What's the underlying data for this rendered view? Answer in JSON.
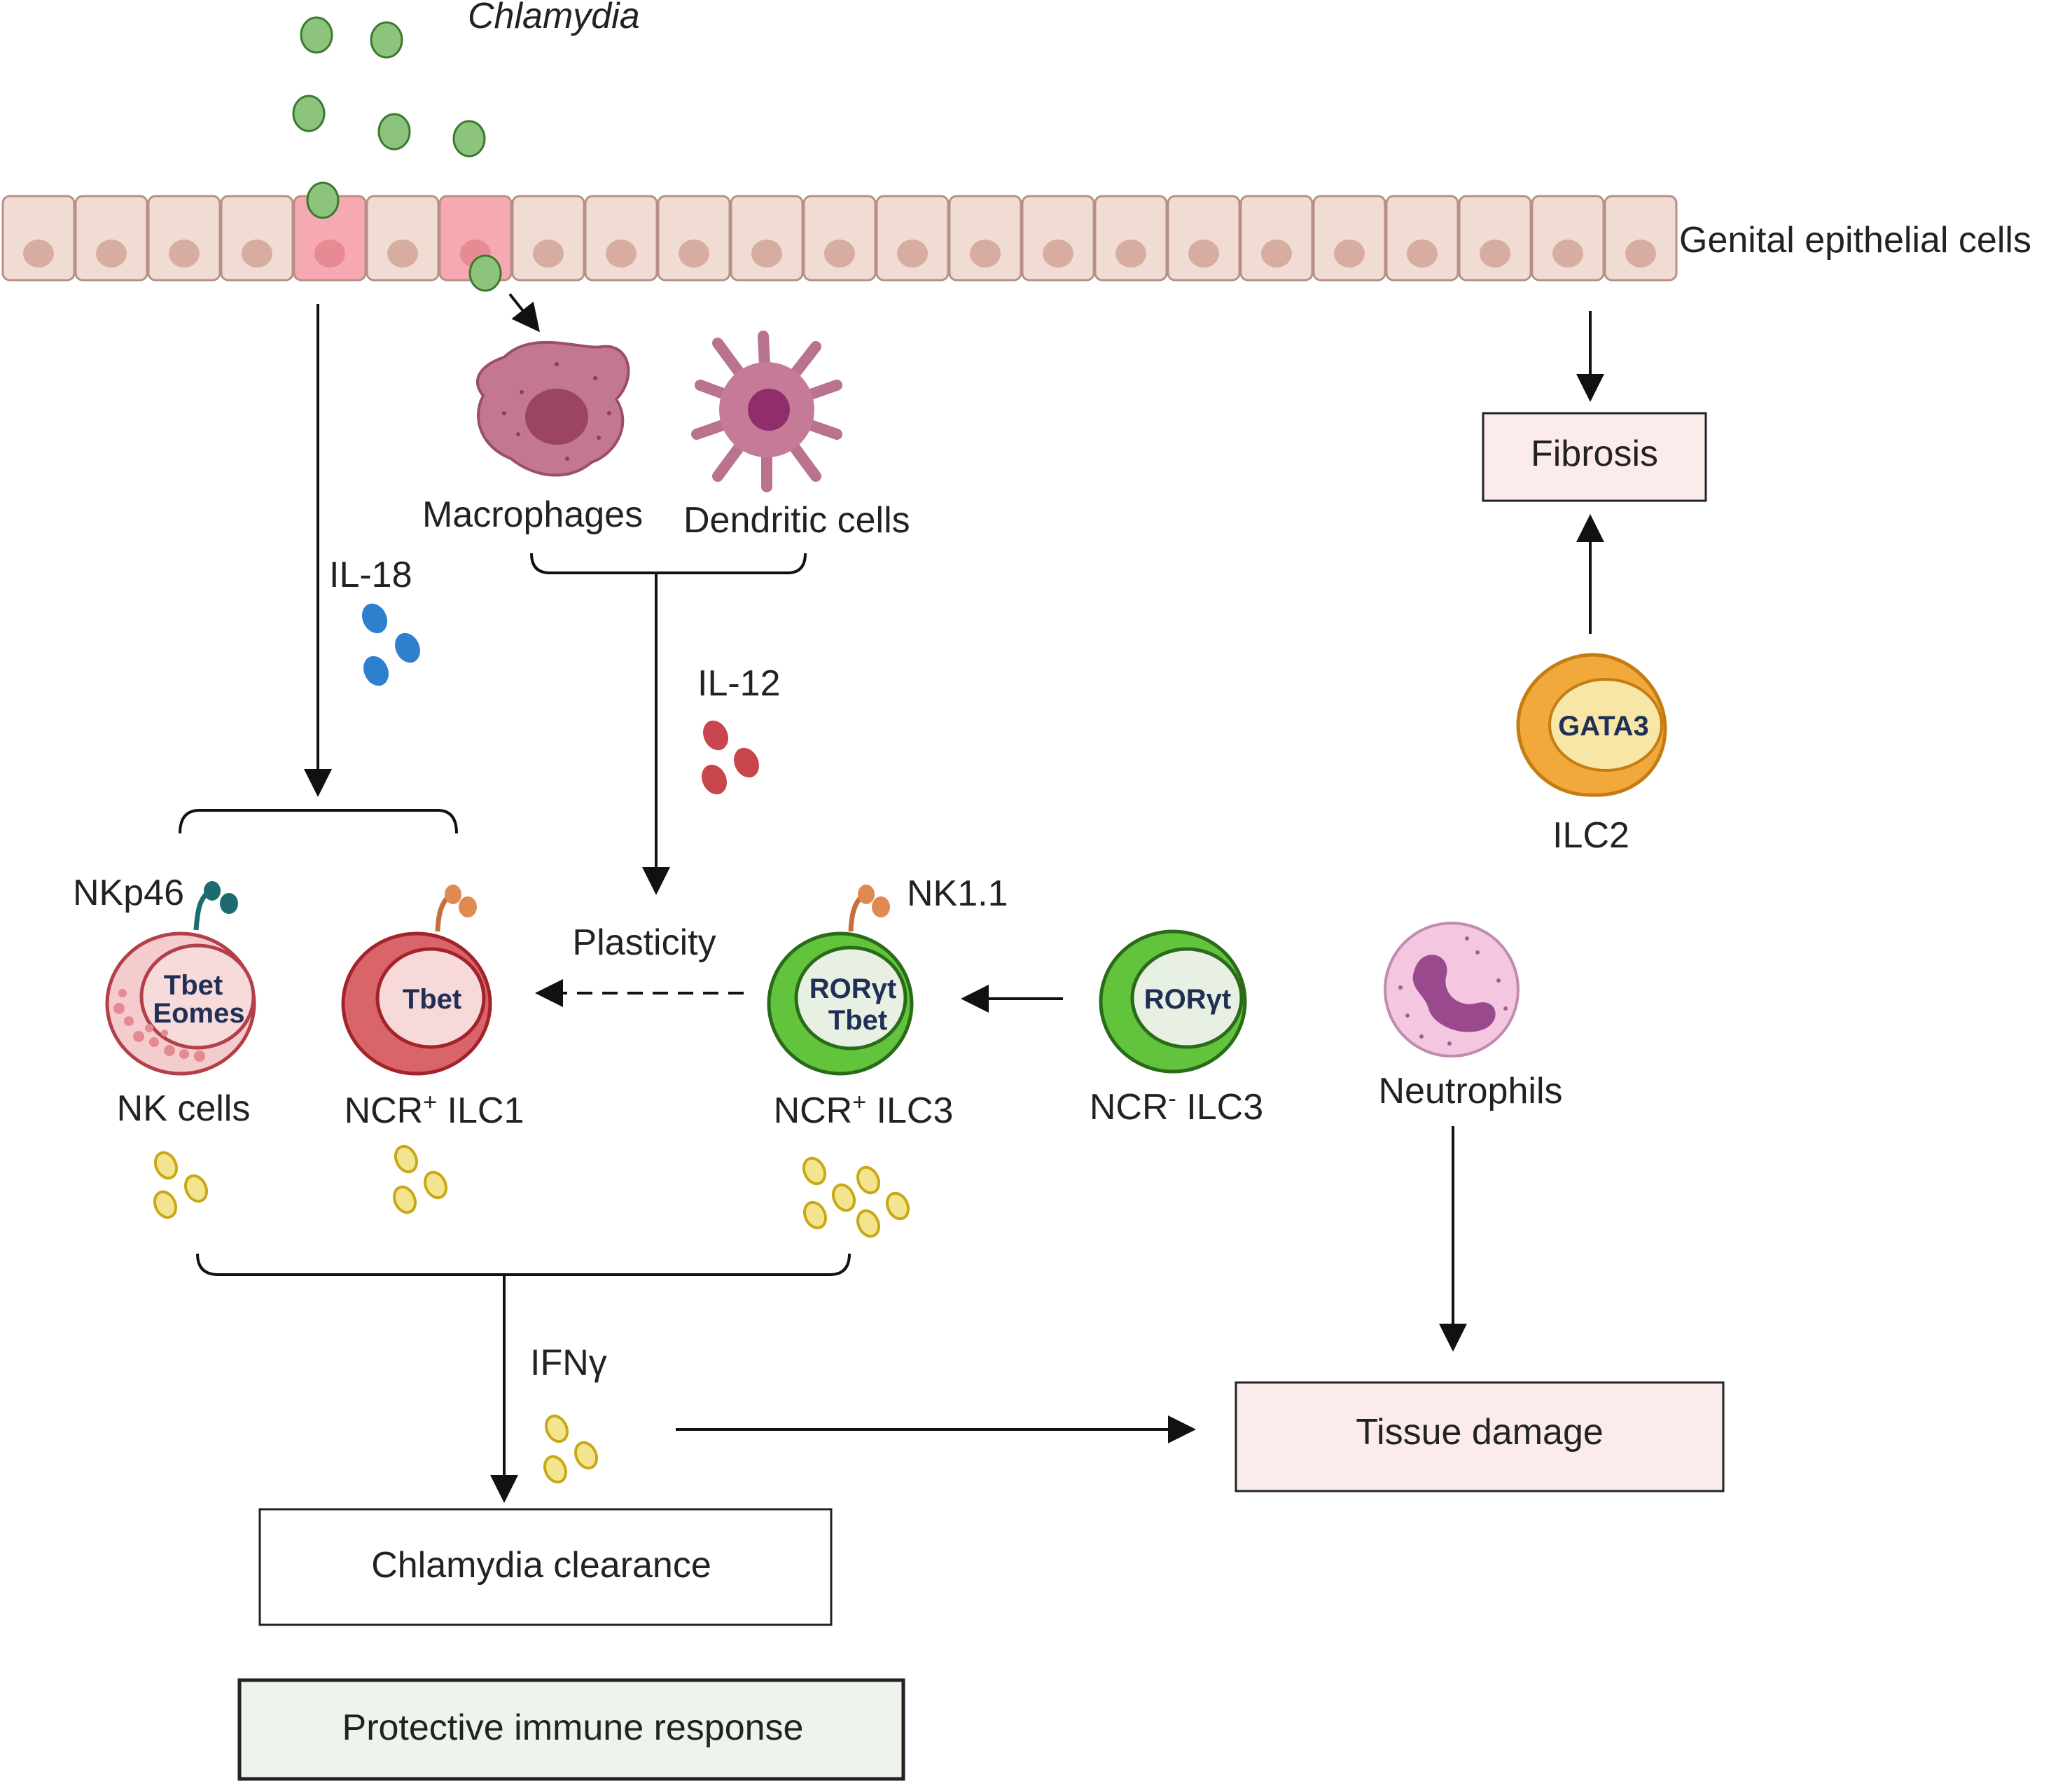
{
  "labels": {
    "chlamydia": "Chlamydia",
    "epithelium": "Genital epithelial cells",
    "macrophages": "Macrophages",
    "dendritic": "Dendritic cells",
    "il18": "IL-18",
    "il12": "IL-12",
    "plasticity": "Plasticity",
    "nkp46": "NKp46",
    "nk11": "NK1.1",
    "nk_cells": "NK cells",
    "ncr_pos_ilc1_pre": "NCR",
    "ncr_pos_ilc1_sup": "+",
    "ncr_pos_ilc1_post": " ILC1",
    "ncr_pos_ilc3_pre": "NCR",
    "ncr_pos_ilc3_sup": "+",
    "ncr_pos_ilc3_post": " ILC3",
    "ncr_neg_ilc3_pre": "NCR",
    "ncr_neg_ilc3_sup": "-",
    "ncr_neg_ilc3_post": " ILC3",
    "neutrophils": "Neutrophils",
    "ilc2": "ILC2",
    "ifng": "IFNγ"
  },
  "cell_markers": {
    "nk_line1": "Tbet",
    "nk_line2": "Eomes",
    "ilc1": "Tbet",
    "ilc3_line1": "RORγt",
    "ilc3_line2": "Tbet",
    "ncr_neg_ilc3": "RORγt",
    "ilc2": "GATA3"
  },
  "boxes": {
    "fibrosis": "Fibrosis",
    "tissue_damage": "Tissue damage",
    "clearance": "Chlamydia clearance",
    "protective": "Protective immune response"
  },
  "colors": {
    "chlamydia": "#8dc47c",
    "epithelial": "#f1dcd3",
    "infected": "#f7a9b2",
    "il18": "#2f7fcf",
    "il12": "#c9454e",
    "ifng": "#f3e58f",
    "ilc2": "#f2a93b",
    "ilc3": "#62c43c",
    "ilc1": "#d9656a",
    "damage_box": "#fcebeb",
    "protective_box": "#eef3ec"
  }
}
